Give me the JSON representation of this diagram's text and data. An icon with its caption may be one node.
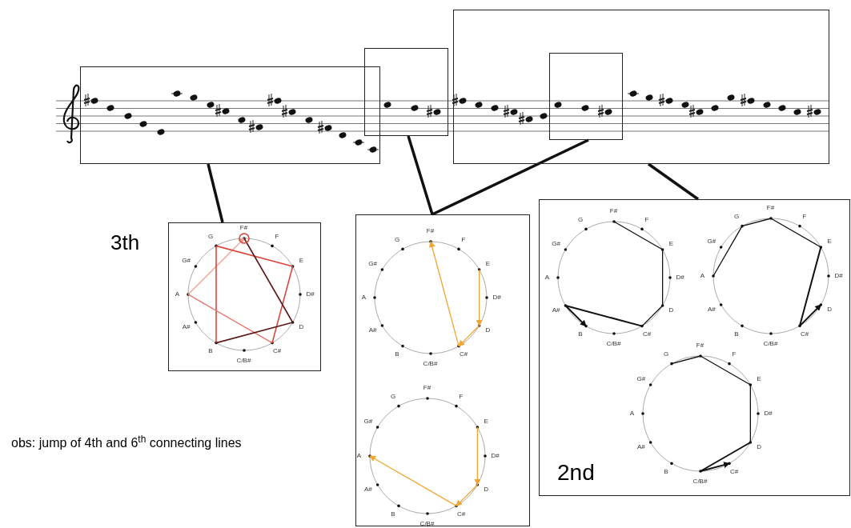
{
  "diagram": {
    "nodes": [
      {
        "text": [],
        "shape": "box"
      },
      {
        "text": [],
        "shape": "box"
      },
      {
        "text": [],
        "shape": "box"
      },
      {
        "text": [],
        "shape": "box",
        "in": 2
      },
      {
        "text": [],
        "shape": "box",
        "beside": [
          "3th"
        ]
      },
      {
        "text": [
          "F#",
          "F",
          "E",
          "D#",
          "D",
          "C#",
          "C/B#",
          "B",
          "A#",
          "A",
          "G#",
          "G"
        ],
        "in": 4
      },
      {
        "text": [],
        "shape": "box"
      },
      {
        "text": [
          "F#",
          "F",
          "E",
          "D#",
          "D",
          "C#",
          "C/B#",
          "B",
          "A#",
          "A",
          "G#",
          "G"
        ],
        "in": 6
      },
      {
        "text": [
          "F#",
          "F",
          "E",
          "D#",
          "D",
          "C#",
          "C/B#",
          "B",
          "A#",
          "A",
          "G#",
          "G"
        ],
        "in": 6
      },
      {
        "text": [
          "2nd"
        ]
      },
      {
        "text": [
          "F#",
          "F",
          "E",
          "D#",
          "D",
          "C#",
          "C/B#",
          "B",
          "A#",
          "A",
          "G#",
          "G"
        ],
        "in": 9
      },
      {
        "text": [
          "F#",
          "F",
          "E",
          "D#",
          "D",
          "C#",
          "C/B#",
          "B",
          "A#",
          "A",
          "G#",
          "G"
        ],
        "in": 9
      },
      {
        "text": [
          "F#",
          "F",
          "E",
          "D#",
          "D",
          "C#",
          "C/B#",
          "B",
          "A#",
          "A",
          "G#",
          "G"
        ],
        "in": 9
      }
    ],
    "edges": [
      {
        "from": 0,
        "to": 4,
        "arrow": "none"
      },
      {
        "from": 1,
        "to": 6,
        "arrow": "none"
      },
      {
        "from": 3,
        "to": 6,
        "arrow": "none"
      },
      {
        "from": 2,
        "to": 9,
        "arrow": "none"
      }
    ],
    "labels": [
      "obs: jump of 4th and 6$^{th}$ connecting lines"
    ]
  }
}
